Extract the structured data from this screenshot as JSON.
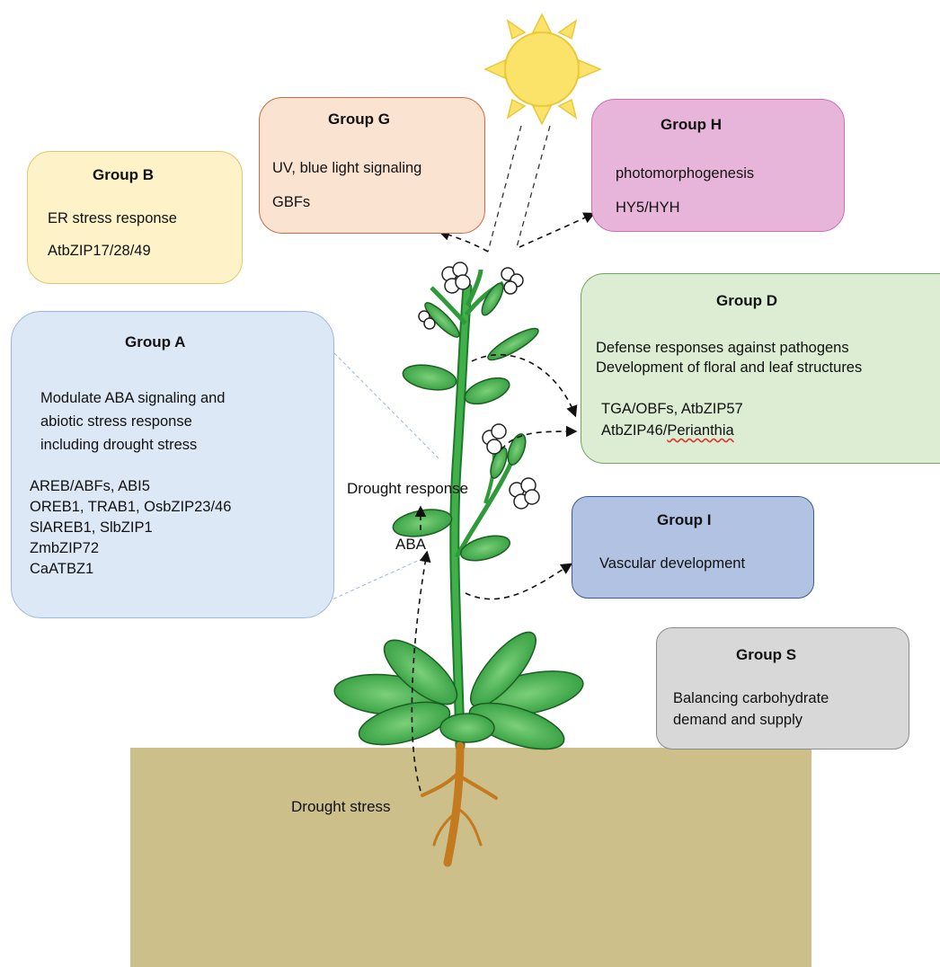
{
  "groups": {
    "B": {
      "title": "Group B",
      "lines": [
        "ER stress response",
        "AtbZIP17/28/49"
      ],
      "fill": "#fdf2c8",
      "border": "#e2c76a"
    },
    "G": {
      "title": "Group G",
      "lines": [
        "UV, blue light signaling",
        "GBFs"
      ],
      "fill": "#fbe3d2",
      "border": "#cf6a3e"
    },
    "H": {
      "title": "Group H",
      "lines": [
        "photomorphogenesis",
        "HY5/HYH"
      ],
      "fill": "#e8b5da",
      "border": "#cf6fb0"
    },
    "A": {
      "title": "Group A",
      "lines": [
        "Modulate ABA signaling and",
        "abiotic stress response",
        "including drought stress",
        "AREB/ABFs, ABI5",
        "OREB1, TRAB1, OsbZIP23/46",
        "SlAREB1, SlbZIP1",
        "ZmbZIP72",
        "CaATBZ1"
      ],
      "fill": "#dde8f6",
      "border": "#9bb6dd"
    },
    "D": {
      "title": "Group D",
      "lines": [
        "Defense responses against pathogens",
        "Development of floral and leaf structures",
        "TGA/OBFs, AtbZIP57",
        "AtbZIP46/",
        "Perianthia"
      ],
      "fill": "#dcedd3",
      "border": "#6fa65c"
    },
    "I": {
      "title": "Group I",
      "lines": [
        "Vascular development"
      ],
      "fill": "#b2c2e2",
      "border": "#3d5a95"
    },
    "S": {
      "title": "Group S",
      "lines": [
        "Balancing carbohydrate",
        "demand and supply"
      ],
      "fill": "#d8d8d8",
      "border": "#8a8a8a"
    }
  },
  "labels": {
    "drought_response": "Drought response",
    "aba": "ABA",
    "drought_stress": "Drought stress"
  },
  "colors": {
    "soil": "#cdbf8a",
    "stem": "#2f9a3a",
    "leaf": "#4db04f",
    "root": "#c47a1e",
    "sun": "#fbe36a"
  }
}
